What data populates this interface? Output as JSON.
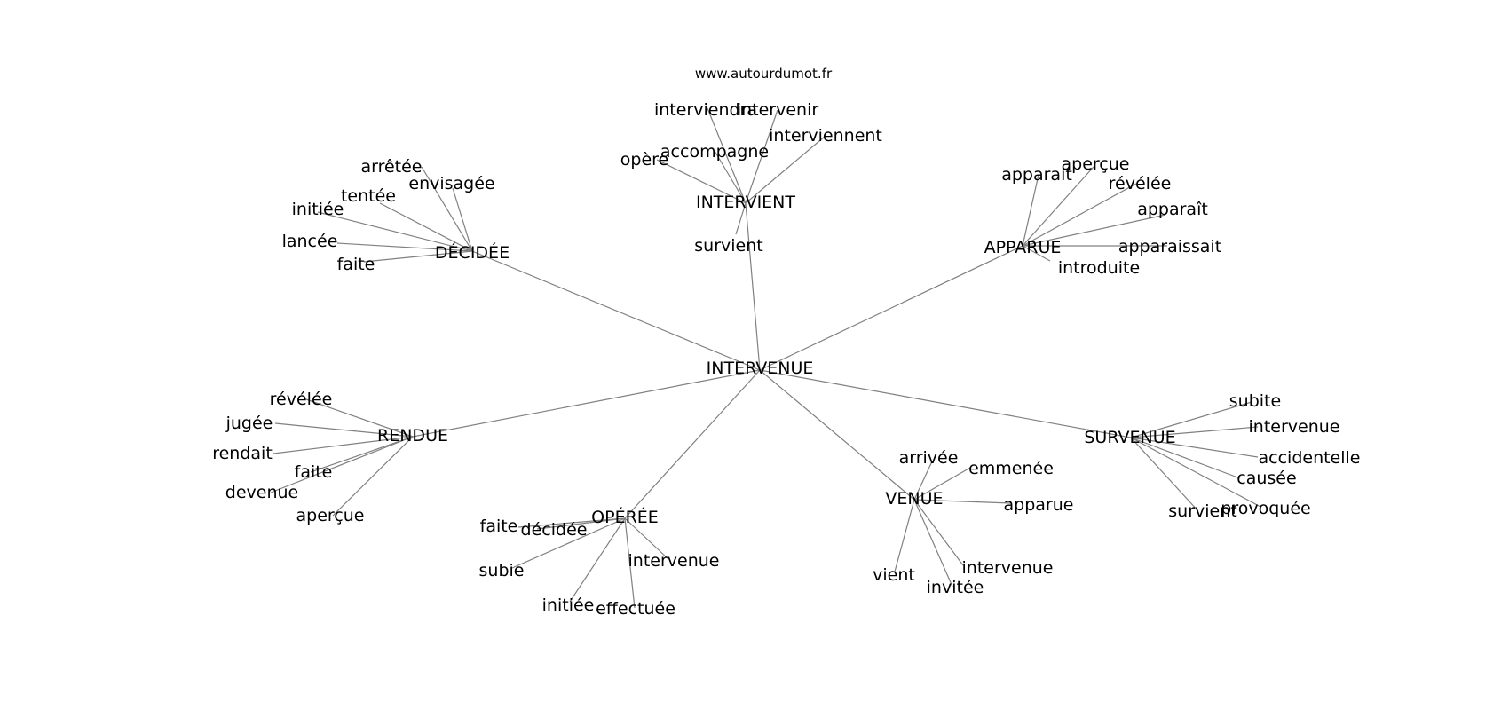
{
  "source": "www.autourdumot.fr",
  "edge_color": "#808080",
  "text_color": "#000000",
  "graph": {
    "center": "INTERVENUE",
    "hubs": [
      {
        "id": "decidee",
        "label": "DÉCIDÉE",
        "leaves": [
          "arrêtée",
          "envisagée",
          "tentée",
          "initiée",
          "lancée",
          "faite"
        ]
      },
      {
        "id": "intervient",
        "label": "INTERVIENT",
        "leaves": [
          "interviendra",
          "intervenir",
          "interviennent",
          "accompagne",
          "opère",
          "survient"
        ]
      },
      {
        "id": "apparue",
        "label": "APPARUE",
        "leaves": [
          "apparait",
          "aperçue",
          "révélée",
          "apparaît",
          "apparaissait",
          "introduite"
        ]
      },
      {
        "id": "rendue",
        "label": "RENDUE",
        "leaves": [
          "révélée",
          "jugée",
          "rendait",
          "faite",
          "devenue",
          "aperçue"
        ]
      },
      {
        "id": "operee",
        "label": "OPÉRÉE",
        "leaves": [
          "faite",
          "décidée",
          "subie",
          "intervenue",
          "initiée",
          "effectuée"
        ]
      },
      {
        "id": "venue",
        "label": "VENUE",
        "leaves": [
          "arrivée",
          "emmenée",
          "apparue",
          "intervenue",
          "vient",
          "invitée"
        ]
      },
      {
        "id": "survenue",
        "label": "SURVENUE",
        "leaves": [
          "subite",
          "intervenue",
          "accidentelle",
          "causée",
          "survient",
          "provoquée"
        ]
      }
    ]
  }
}
